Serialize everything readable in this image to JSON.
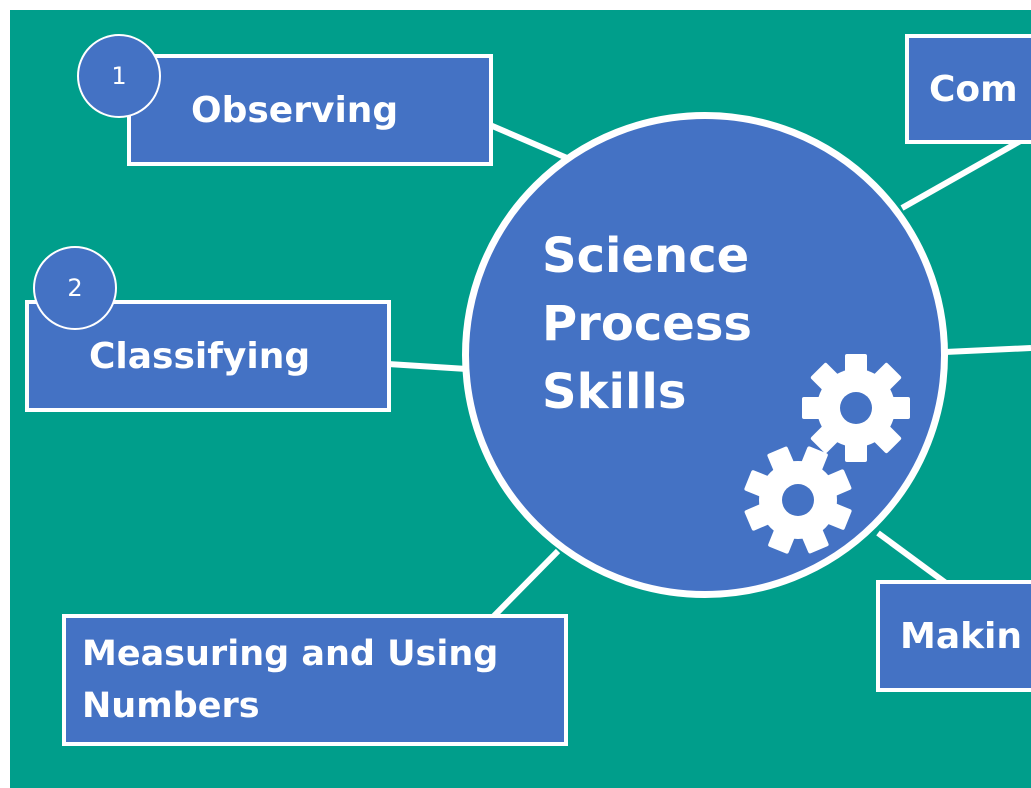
{
  "hub": {
    "line1": "Science",
    "line2": "Process",
    "line3": "Skills"
  },
  "skills": [
    {
      "number": "1",
      "label": "Observing"
    },
    {
      "number": "2",
      "label": "Classifying"
    },
    {
      "label_line1": "Measuring and Using",
      "label_line2": "Numbers"
    },
    {
      "label": "Com"
    },
    {
      "label": "Makin"
    }
  ],
  "icons": [
    "gear-icon",
    "gear-icon"
  ],
  "colors": {
    "background": "#009e8b",
    "node_fill": "#4472c4",
    "outline": "#ffffff",
    "text": "#ffffff"
  }
}
